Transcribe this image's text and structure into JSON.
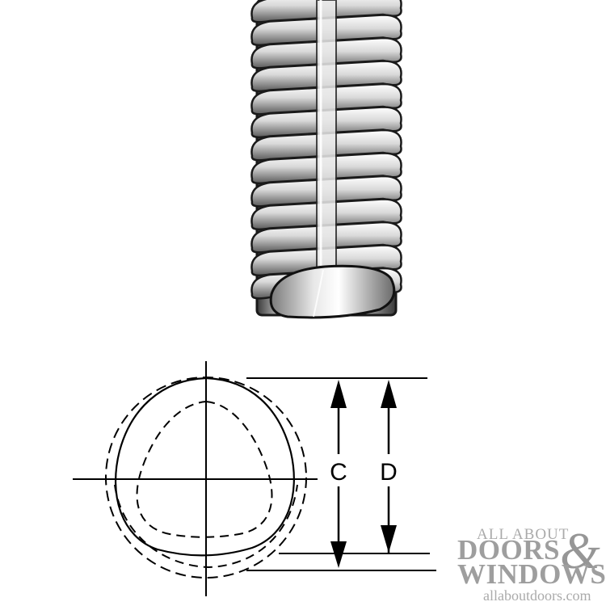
{
  "diagram": {
    "dimension_labels": {
      "c": "C",
      "d": "D"
    }
  },
  "watermark": {
    "line1": "ALL ABOUT",
    "line2": "DOORS",
    "ampersand": "&",
    "line3": "WINDOWS",
    "url": "allaboutdoors.com"
  }
}
